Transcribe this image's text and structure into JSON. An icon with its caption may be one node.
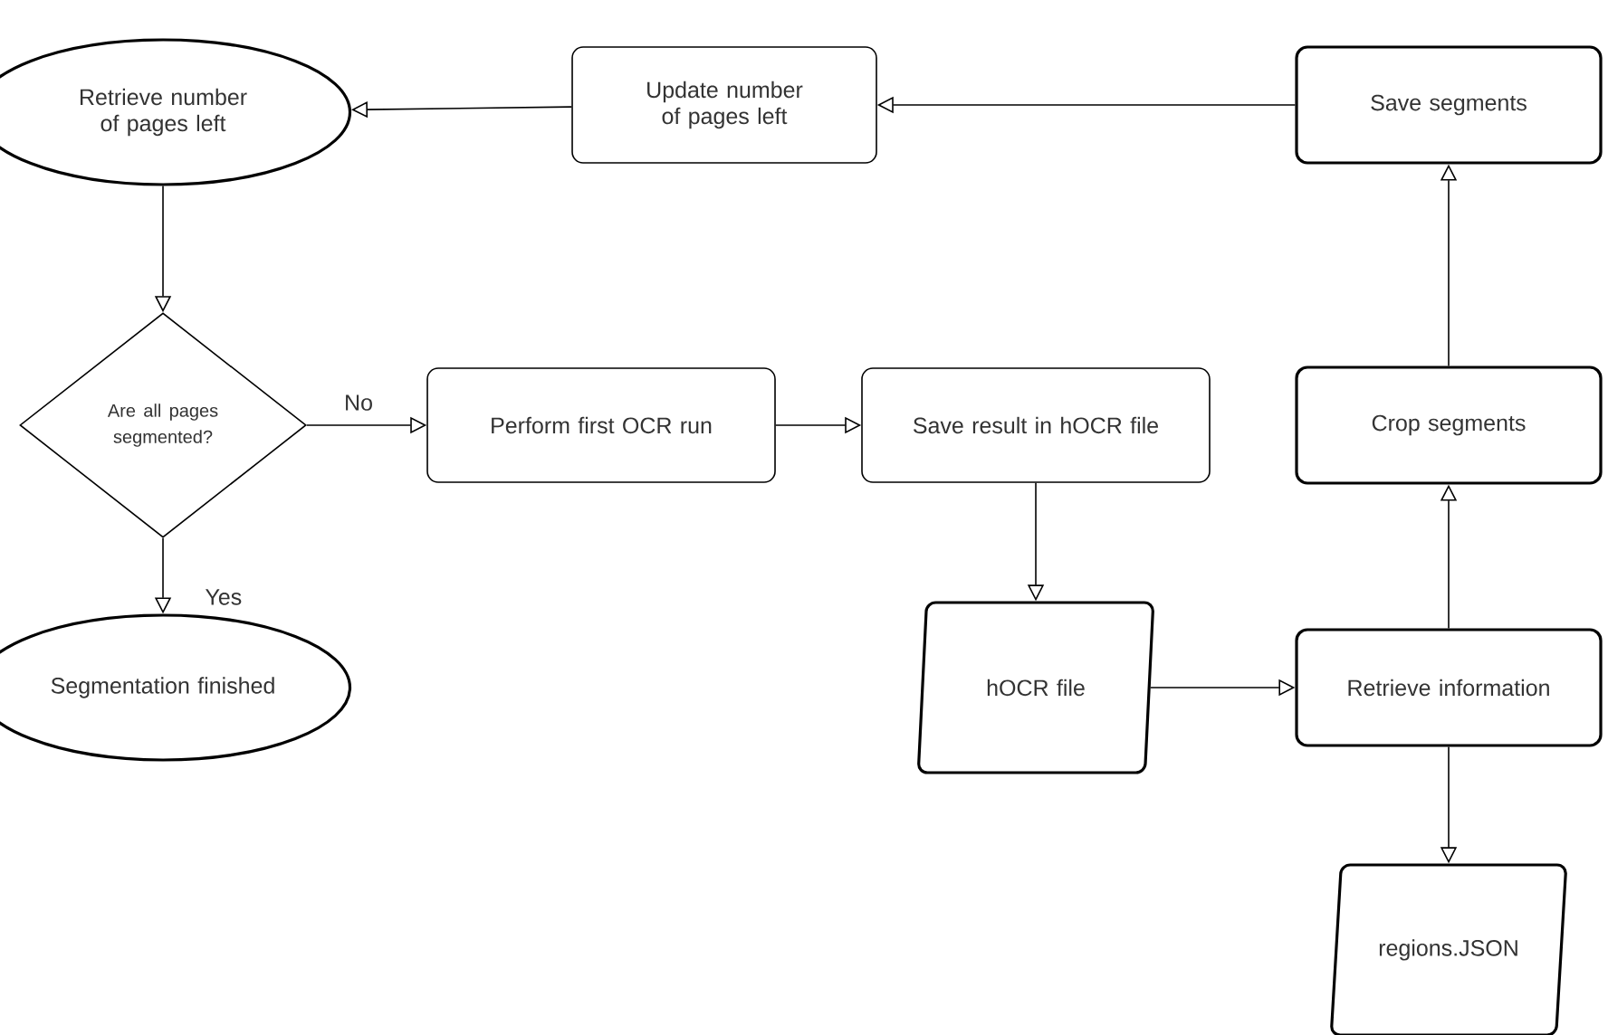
{
  "diagram": {
    "nodes": [
      {
        "text": [
          "Retrieve number of pages left"
        ]
      },
      {
        "text": [
          "Update number of pages left"
        ]
      },
      {
        "text": [
          "Save segments"
        ]
      },
      {
        "text": [
          "Are all pages segmented?"
        ]
      },
      {
        "text": [
          "Perform first OCR run"
        ]
      },
      {
        "text": [
          "Save result in hOCR file"
        ]
      },
      {
        "text": [
          "Crop segments"
        ]
      },
      {
        "text": [
          "hOCR file"
        ]
      },
      {
        "text": [
          "Retrieve information"
        ]
      },
      {
        "text": [
          "Segmentation finished"
        ]
      },
      {
        "text": [
          "regions.JSON"
        ]
      }
    ],
    "edges": [
      {
        "from": 2,
        "to": 1,
        "arrow": "to"
      },
      {
        "from": 1,
        "to": 0,
        "arrow": "to"
      },
      {
        "from": 0,
        "to": 3,
        "arrow": "to"
      },
      {
        "from": 3,
        "to": 4,
        "arrow": "to",
        "label": "No"
      },
      {
        "from": 3,
        "to": 9,
        "arrow": "to",
        "label": "Yes"
      },
      {
        "from": 4,
        "to": 5,
        "arrow": "to"
      },
      {
        "from": 5,
        "to": 7,
        "arrow": "to"
      },
      {
        "from": 7,
        "to": 8,
        "arrow": "to"
      },
      {
        "from": 8,
        "to": 6,
        "arrow": "to"
      },
      {
        "from": 6,
        "to": 2,
        "arrow": "to"
      },
      {
        "from": 8,
        "to": 10,
        "arrow": "to"
      }
    ]
  }
}
